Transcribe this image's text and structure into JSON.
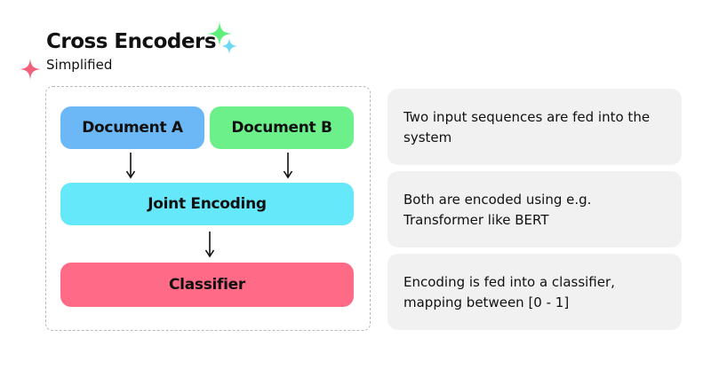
{
  "header": {
    "title": "Cross Encoders",
    "subtitle": "Simplified"
  },
  "colors": {
    "document_a": "#6cb7f5",
    "document_b": "#6cf08a",
    "joint_encoding": "#66e8fb",
    "classifier": "#ff6a87",
    "sparkle_green": "#5ef07a",
    "sparkle_cyan": "#6ed8f5",
    "sparkle_pink": "#f2607a"
  },
  "diagram": {
    "document_a": "Document A",
    "document_b": "Document B",
    "joint_encoding": "Joint Encoding",
    "classifier": "Classifier"
  },
  "notes": [
    "Two input sequences are fed into the system",
    "Both are encoded using e.g. Transformer like BERT",
    "Encoding is fed into a classifier, mapping between [0 - 1]"
  ]
}
